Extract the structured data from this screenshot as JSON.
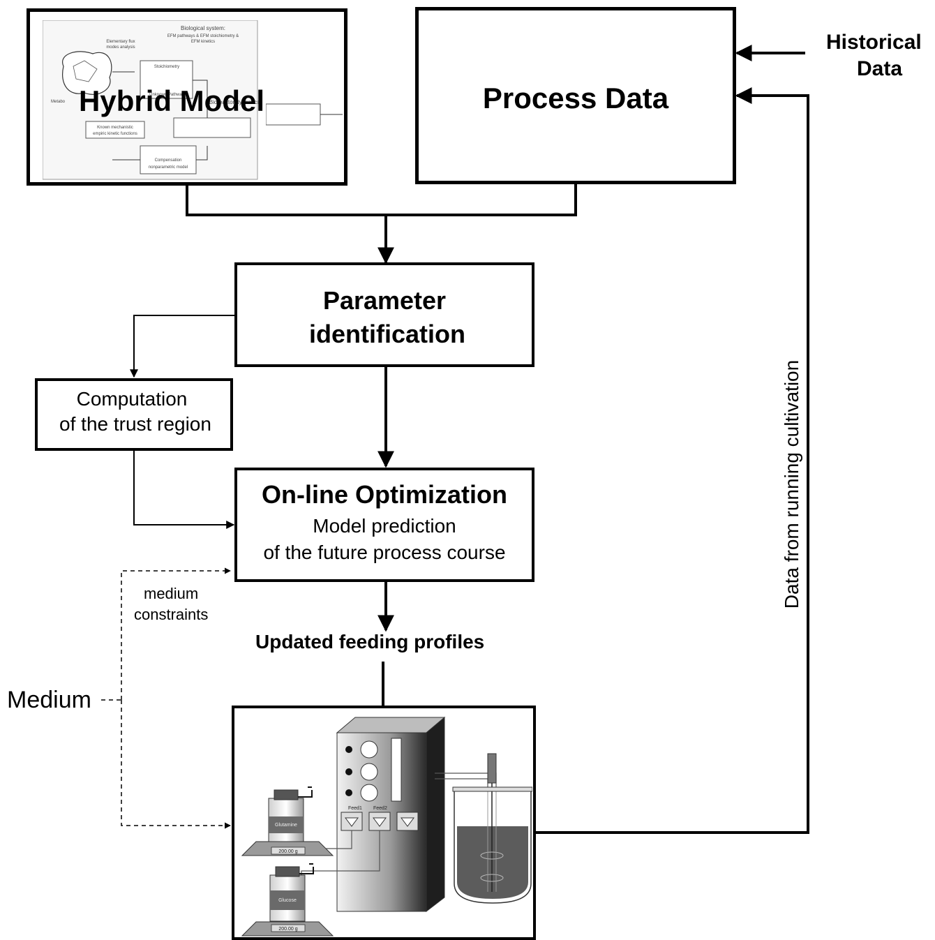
{
  "hybrid_model": {
    "title": "Hybrid Model",
    "inset": {
      "biological_system": "Biological system:",
      "efm_line": "EFM pathways & EFM stoichiometry &",
      "efm_kinetics": "EFM kinetics",
      "elementary_flux": "Elementary flux",
      "modes_analysis": "modes analysis",
      "stoichiometry": "Stoichiometry",
      "unknown_pathway": "Unknown Pathway",
      "bioreactor_dynamics": "Bioreactor dynamics",
      "metabolic": "Metabo",
      "known_mechanistic": "Known mechanistic",
      "empiric_kinetic": "empiric kinetic functions",
      "compensation": "Compensation",
      "nonparametric": "nonparametric model"
    }
  },
  "process_data": {
    "title": "Process Data"
  },
  "historical_data": {
    "line1": "Historical",
    "line2": "Data"
  },
  "parameter_identification": {
    "line1": "Parameter",
    "line2": "identification"
  },
  "trust_region": {
    "line1": "Computation",
    "line2": "of the trust region"
  },
  "online_optimization": {
    "title": "On-line Optimization",
    "line1": "Model prediction",
    "line2": "of the future process course"
  },
  "medium_constraints": {
    "line1": "medium",
    "line2": "constraints"
  },
  "medium": "Medium",
  "updated_feeding": "Updated feeding profiles",
  "data_running": "Data from running cultivation",
  "equipment": {
    "glutamine": "Glutamine",
    "glucose": "Glucose",
    "scale1": "200.00 g",
    "scale2": "200.00 g",
    "feed1": "Feed1",
    "feed2": "Feed2"
  }
}
